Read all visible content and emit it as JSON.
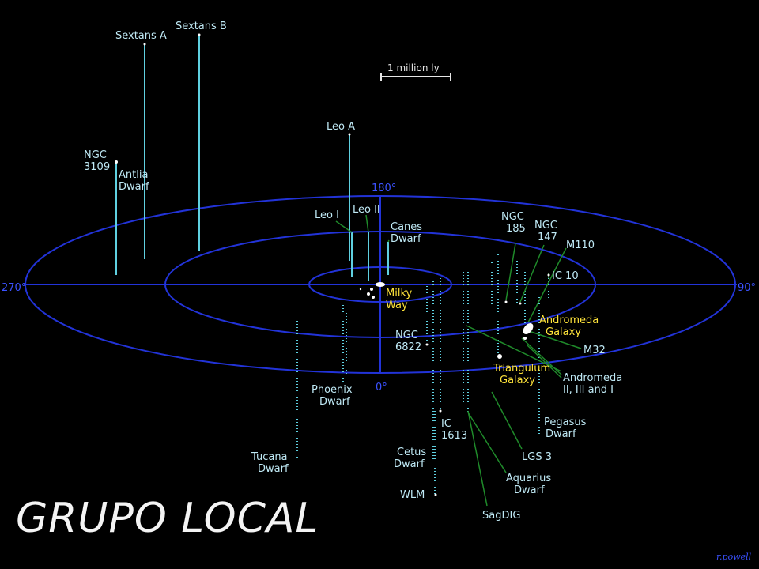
{
  "scale_label": "1 million ly",
  "caption": "GRUPO LOCAL",
  "credit": "r.powell",
  "angles": {
    "top": "180°",
    "left": "270°",
    "right": "90°",
    "bottom": "0°"
  },
  "galaxies": {
    "sextans_a": "Sextans A",
    "sextans_b": "Sextans B",
    "ngc3109": [
      "NGC",
      "3109"
    ],
    "antlia": [
      "Antlia",
      "Dwarf"
    ],
    "leo_a": "Leo A",
    "leo_i": "Leo I",
    "leo_ii": "Leo II",
    "canes": [
      "Canes",
      "Dwarf"
    ],
    "milky_way": [
      "Milky",
      "Way"
    ],
    "ngc6822": [
      "NGC",
      "6822"
    ],
    "phoenix": [
      "Phoenix",
      "Dwarf"
    ],
    "tucana": [
      "Tucana",
      "Dwarf"
    ],
    "cetus": [
      "Cetus",
      "Dwarf"
    ],
    "wlm": "WLM",
    "ic1613": [
      "IC",
      "1613"
    ],
    "sagdig": "SagDIG",
    "aquarius": [
      "Aquarius",
      "Dwarf"
    ],
    "lgs3": "LGS 3",
    "pegasus": [
      "Pegasus",
      "Dwarf"
    ],
    "triangulum": [
      "Triangulum",
      "Galaxy"
    ],
    "andromeda": [
      "Andromeda",
      "Galaxy"
    ],
    "andromeda_sats": [
      "Andromeda",
      "II, III and I"
    ],
    "m32": "M32",
    "ic10": "IC 10",
    "m110": "M110",
    "ngc185": [
      "NGC",
      "185"
    ],
    "ngc147": [
      "NGC",
      "147"
    ]
  },
  "colors": {
    "rings": "#2233d8",
    "stems": "#5fd0e0",
    "pointers": "#1f8a2a",
    "label": "#bfe9f5",
    "highlight": "#ffe43a"
  }
}
